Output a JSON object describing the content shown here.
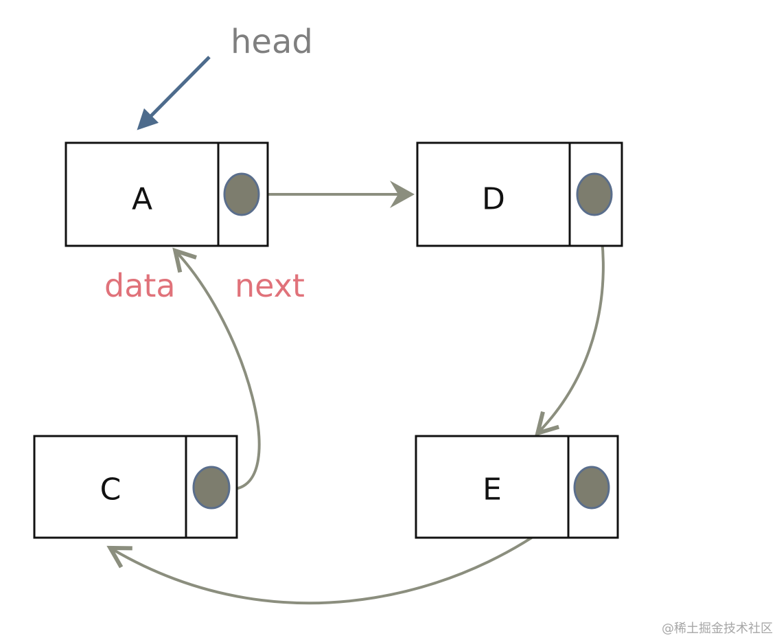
{
  "head_label": "head",
  "field_labels": {
    "data": "data",
    "next": "next"
  },
  "nodes": [
    {
      "id": "A",
      "label": "A"
    },
    {
      "id": "D",
      "label": "D"
    },
    {
      "id": "C",
      "label": "C"
    },
    {
      "id": "E",
      "label": "E"
    }
  ],
  "links": [
    {
      "from": "A",
      "to": "D"
    },
    {
      "from": "D",
      "to": "E"
    },
    {
      "from": "E",
      "to": "C"
    },
    {
      "from": "C",
      "to": "A"
    }
  ],
  "watermark": "@稀土掘金技术社区",
  "colors": {
    "link": "#8b8e7e",
    "head_arrow": "#4d6b8c",
    "head_text": "#7f7f7f",
    "field_text": "#e0727a",
    "dot_fill": "#7d7d6e",
    "dot_stroke": "#5a6e8c"
  }
}
